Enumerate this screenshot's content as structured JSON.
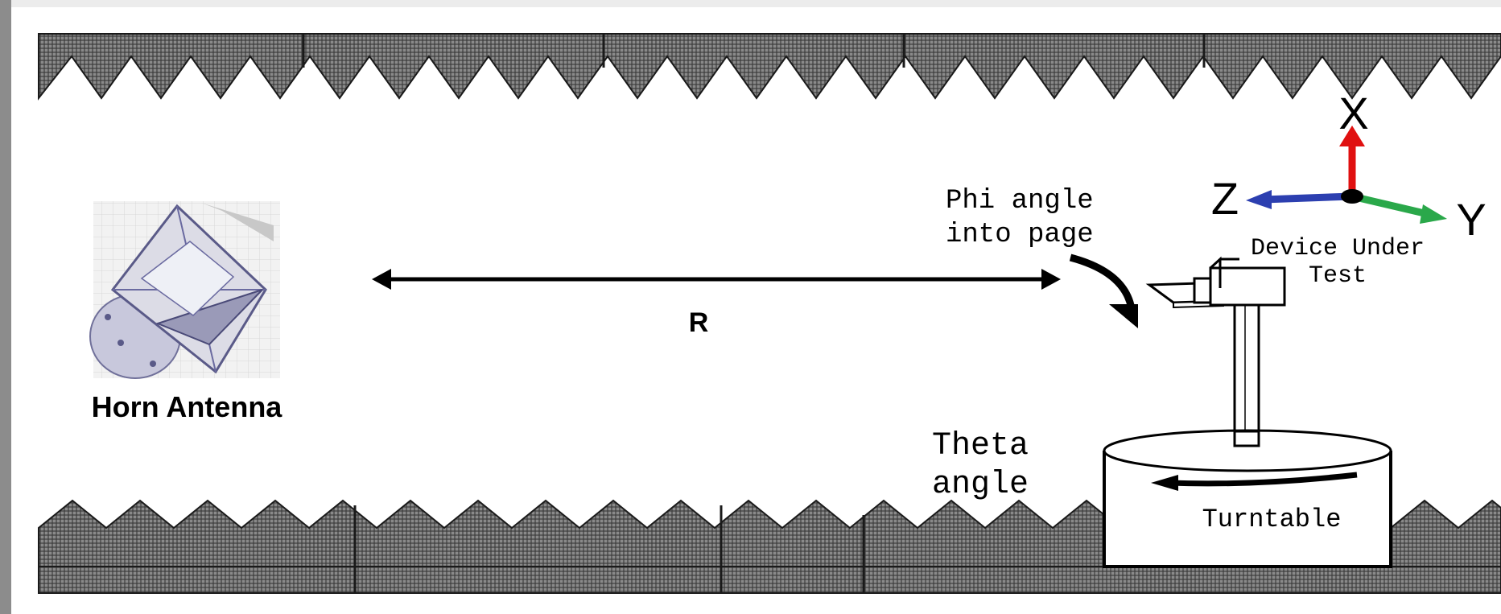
{
  "labels": {
    "horn_antenna": "Horn Antenna",
    "distance": "R",
    "phi_line1": "Phi angle",
    "phi_line2": "into page",
    "dut_line1": "Device Under",
    "dut_line2": "Test",
    "theta_line1": "Theta",
    "theta_line2": "angle",
    "turntable": "Turntable",
    "axis_x": "X",
    "axis_y": "Y",
    "axis_z": "Z"
  },
  "colors": {
    "absorber": "#5a5a5a",
    "axis_x": "#e01010",
    "axis_y": "#2aa84a",
    "axis_z": "#2c3fb0",
    "frame": "#8c8c8c"
  }
}
